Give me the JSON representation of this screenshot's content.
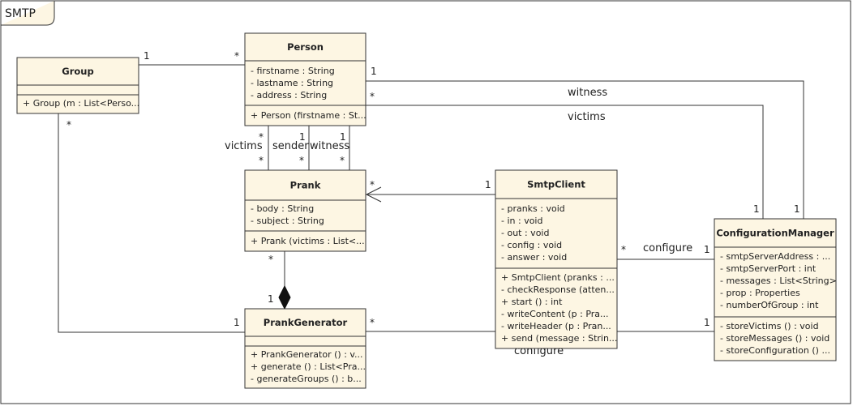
{
  "frame": {
    "label": "SMTP"
  },
  "colors": {
    "class_fill": "#fdf6e3",
    "stroke": "#333333",
    "text": "#222222"
  },
  "classes": {
    "person": {
      "name": "Person",
      "attributes": [
        "- firstname : String",
        "- lastname : String",
        "- address : String"
      ],
      "operations": [
        "+ Person (firstname : St..."
      ]
    },
    "group": {
      "name": "Group",
      "attributes": [],
      "operations": [
        "+ Group (m : List<Perso..."
      ]
    },
    "prank": {
      "name": "Prank",
      "attributes": [
        "- body : String",
        "- subject : String"
      ],
      "operations": [
        "+ Prank (victims : List<..."
      ]
    },
    "smtpclient": {
      "name": "SmtpClient",
      "attributes": [
        "- pranks : void",
        "- in : void",
        "- out : void",
        "- config : void",
        "- answer : void"
      ],
      "operations": [
        "+ SmtpClient (pranks : ...",
        "- checkResponse (atten...",
        "+ start () : int",
        "- writeContent (p : Pra...",
        "- writeHeader (p : Pran...",
        "+ send (message : Strin..."
      ]
    },
    "configurationmanager": {
      "name": "ConfigurationManager",
      "attributes": [
        "- smtpServerAddress : ...",
        "- smtpServerPort : int",
        "- messages : List<String>",
        "- prop : Properties",
        "- numberOfGroup : int"
      ],
      "operations": [
        "- storeVictims () : void",
        "- storeMessages () : void",
        "- storeConfiguration () ..."
      ]
    },
    "prankgenerator": {
      "name": "PrankGenerator",
      "attributes": [],
      "operations": [
        "+ PrankGenerator () : v...",
        "+ generate () : List<Pra...",
        "- generateGroups () : b..."
      ]
    }
  },
  "associations": {
    "group_person": {
      "group_end": "1",
      "person_end": "*"
    },
    "group_prankgen": {
      "group_end": "*",
      "prankgen_end": "1"
    },
    "person_witness_cm": {
      "person_end": "1",
      "cm_end": "1",
      "label": "witness"
    },
    "person_victims_cm": {
      "person_end": "*",
      "cm_end": "1",
      "label": "victims"
    },
    "person_prank_victims": {
      "person_end": "*",
      "prank_end": "*",
      "label": "victims"
    },
    "person_prank_sender": {
      "person_end": "1",
      "prank_end": "*",
      "label": "sender"
    },
    "person_prank_witness": {
      "person_end": "1",
      "prank_end": "*",
      "label": "witness"
    },
    "smtp_prank": {
      "prank_end": "*",
      "smtp_end": "1"
    },
    "prank_prankgen": {
      "prank_end": "*",
      "prankgen_end": "1"
    },
    "smtp_cm": {
      "smtp_end": "*",
      "cm_end": "1",
      "label": "configure"
    },
    "prankgen_cm": {
      "prankgen_end": "*",
      "cm_end": "1",
      "label": "configure"
    }
  }
}
